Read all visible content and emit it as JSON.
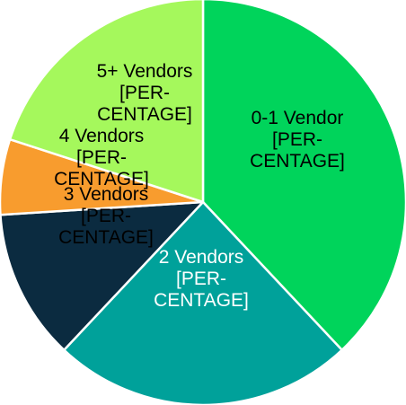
{
  "chart_data": {
    "type": "pie",
    "title": "",
    "start_angle_deg": 0,
    "direction": "clockwise",
    "legend": "none",
    "slices": [
      {
        "name": "0-1 Vendor",
        "value": 38,
        "color": "#00d45b",
        "label_color": "#000000",
        "label_lines": [
          "0-1 Vendor",
          "[PER-",
          "CENTAGE]"
        ]
      },
      {
        "name": "2 Vendors",
        "value": 24,
        "color": "#00a19a",
        "label_color": "#ffffff",
        "label_lines": [
          "2 Vendors",
          "[PER-",
          "CENTAGE]"
        ]
      },
      {
        "name": "3 Vendors",
        "value": 12,
        "color": "#0b2b40",
        "label_color": "#000000",
        "label_lines": [
          "3 Vendors",
          "[PER-",
          "CENTAGE]"
        ]
      },
      {
        "name": "4 Vendors",
        "value": 6,
        "color": "#f89c2e",
        "label_color": "#000000",
        "label_lines": [
          "4 Vendors",
          "[PER-",
          "CENTAGE]"
        ]
      },
      {
        "name": "5+ Vendors",
        "value": 20,
        "color": "#a5f85c",
        "label_color": "#000000",
        "label_lines": [
          "5+ Vendors",
          "[PER-",
          "CENTAGE]"
        ]
      }
    ]
  }
}
